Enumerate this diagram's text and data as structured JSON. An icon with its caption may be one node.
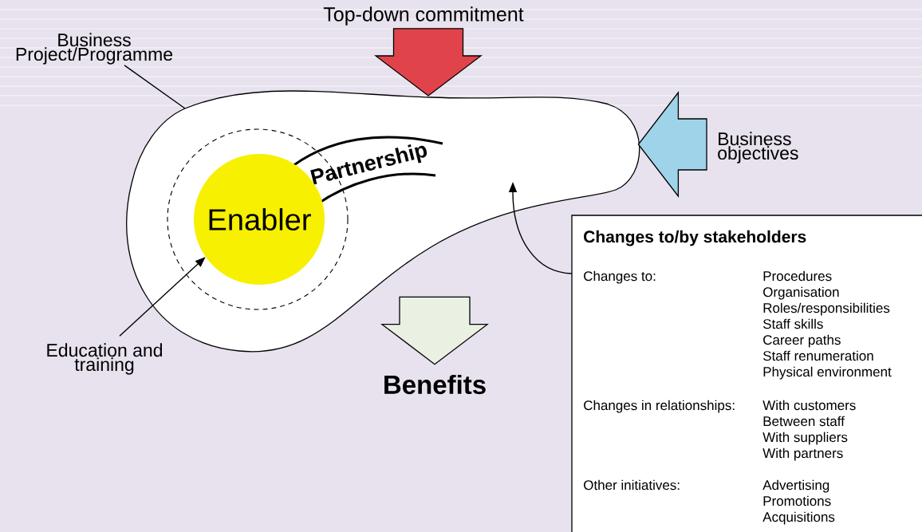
{
  "diagram": {
    "nodes": [
      {
        "text": [
          "Top-down commitment"
        ]
      },
      {
        "text": [
          "Business Project/Programme"
        ]
      },
      {
        "text": [],
        "shape": "blob"
      },
      {
        "text": [
          "Partnership"
        ],
        "in": 2
      },
      {
        "text": [
          "Enabler"
        ],
        "in": 2
      },
      {
        "text": [
          "Business objectives"
        ]
      },
      {
        "text": [
          "Education and training"
        ]
      },
      {
        "text": [
          "Benefits"
        ]
      },
      {
        "text": [
          "Changes to/by stakeholders",
          "Changes to:",
          "Procedures",
          "Organisation",
          "Roles/responsibilities",
          "Staff skills",
          "Career paths",
          "Staff renumeration",
          "Physical environment",
          "Changes in relationships:",
          "With customers",
          "Between staff",
          "With suppliers",
          "With partners",
          "Other initiatives:",
          "Advertising",
          "Promotions",
          "Acquisitions"
        ]
      }
    ],
    "edges": [
      {
        "from": 0,
        "to": 2,
        "arrow": "to",
        "style": "thick",
        "color": "#e0444a"
      },
      {
        "from": 1,
        "to": 2,
        "arrow": "none"
      },
      {
        "from": 5,
        "to": 2,
        "arrow": "to",
        "style": "thick",
        "color": "#9fd3ea"
      },
      {
        "from": 2,
        "to": 7,
        "arrow": "to",
        "style": "thick",
        "color": "#eaf1e3"
      },
      {
        "from": 6,
        "to": 4,
        "arrow": "to"
      },
      {
        "from": 8,
        "to": 2,
        "arrow": "to"
      }
    ]
  }
}
